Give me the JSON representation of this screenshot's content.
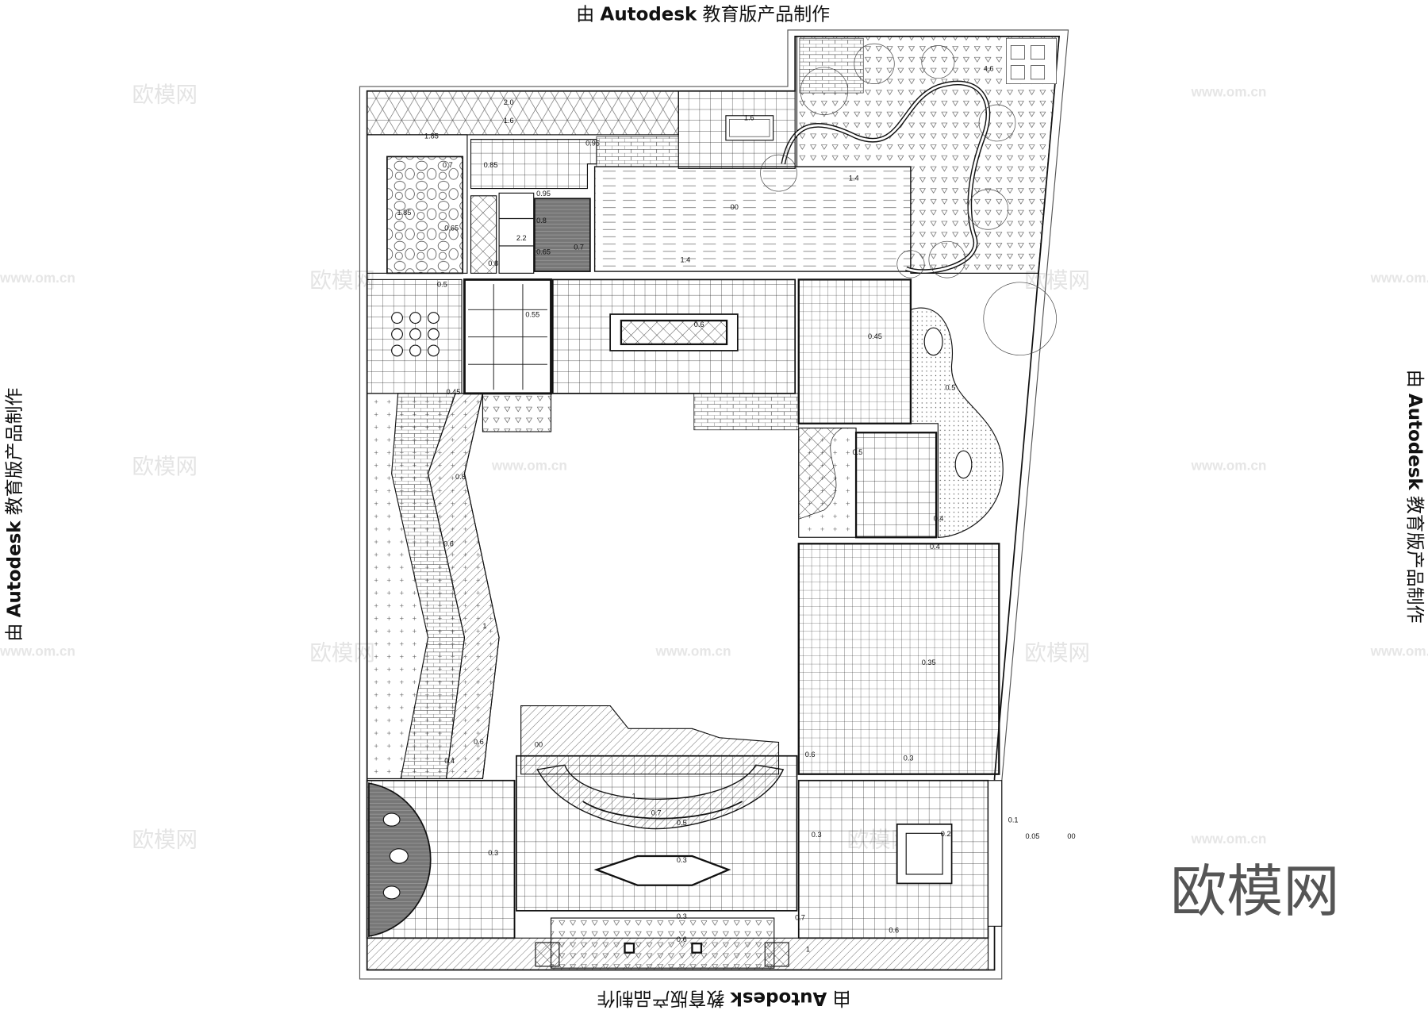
{
  "title": {
    "prefix": "由",
    "brand": "Autodesk",
    "suffix": "教育版产品制作"
  },
  "watermark": {
    "logo": "欧模网",
    "url": "www.om.cn"
  },
  "labels": [
    "2.0",
    "1.6",
    "1.85",
    "0.7",
    "0.85",
    "0.95",
    "1.6",
    "4.6",
    "1.4",
    "00",
    "1.85",
    "0.65",
    "0.95",
    "0.8",
    "2.2",
    "0.65",
    "0.7",
    "0.8",
    "1.4",
    "0.5",
    "0.55",
    "0.6",
    "0.45",
    "0.5",
    "0.45",
    "0.8",
    "0.5",
    "0.4",
    "0.4",
    "0.6",
    "1",
    "0.35",
    "0.6",
    "0.4",
    "00",
    "0.6",
    "0.3",
    "1",
    "0.7",
    "0.5",
    "0.3",
    "0.2",
    "0.1",
    "0.05",
    "00",
    "0.3",
    "0.3",
    "0.3",
    "0.7",
    "0.6",
    "0.6",
    "1"
  ]
}
